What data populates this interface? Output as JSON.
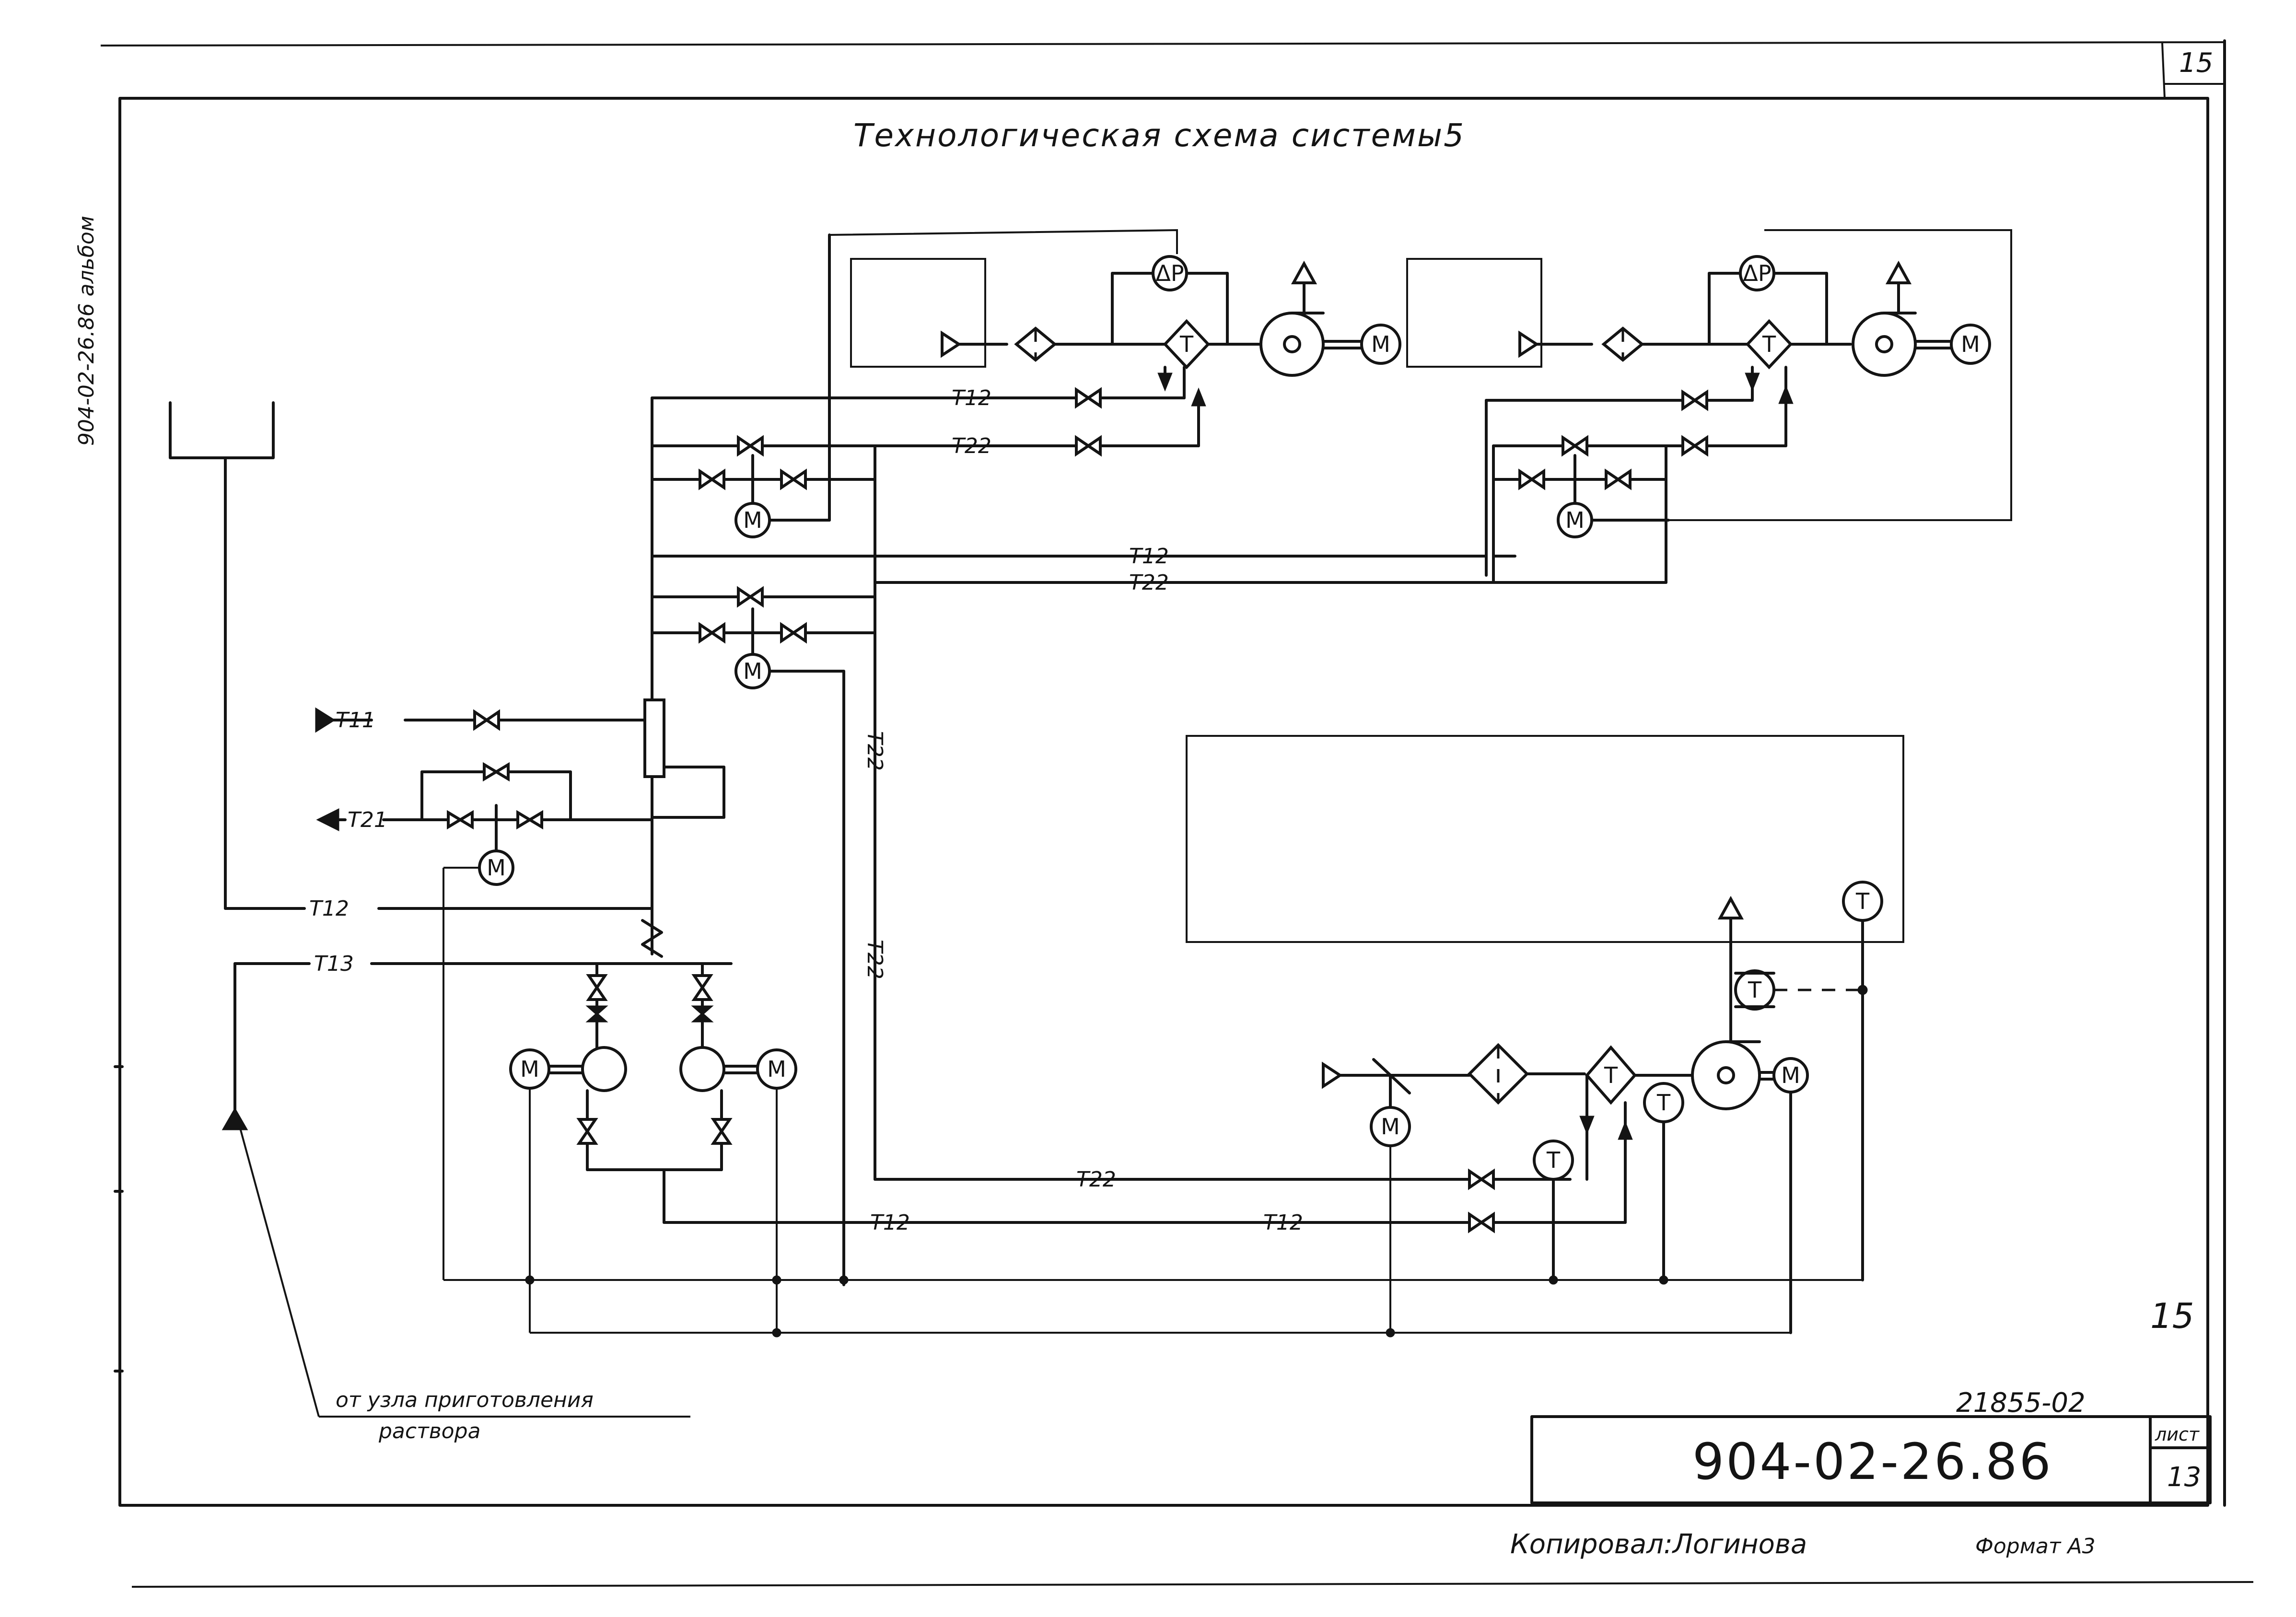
{
  "title": "Технологическая схема системы5",
  "page_number_top": "15",
  "margin_note": "904-02-26.86 альбом",
  "sheet_number_mark": "15",
  "archive_code": "21855-02",
  "stamp": {
    "document_number": "904-02-26.86",
    "sheet_label": "лист",
    "sheet_number": "13"
  },
  "footer": {
    "copied_by": "Копировал:Логинова",
    "format": "Формат А3"
  },
  "source_note": {
    "line1": "от узла приготовления",
    "line2": "раствора"
  },
  "pipe_labels": {
    "t11": "T11",
    "t21": "T21",
    "t12": "T12",
    "t13": "T13",
    "t22": "T22"
  },
  "symbols": {
    "motor": "M",
    "temperature": "T",
    "pressure_diff": "ΔP"
  },
  "colors": {
    "ink": "#141414",
    "paper": "#ffffff"
  }
}
